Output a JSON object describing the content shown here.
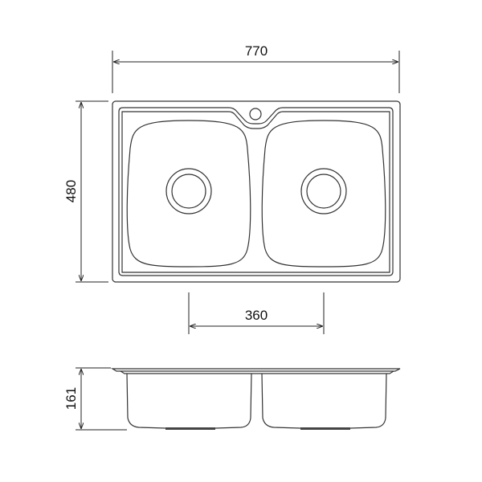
{
  "dimensions": {
    "width": "770",
    "depth": "480",
    "bowl_spacing": "360",
    "height": "161"
  },
  "colors": {
    "line": "#333333",
    "background": "#ffffff"
  }
}
